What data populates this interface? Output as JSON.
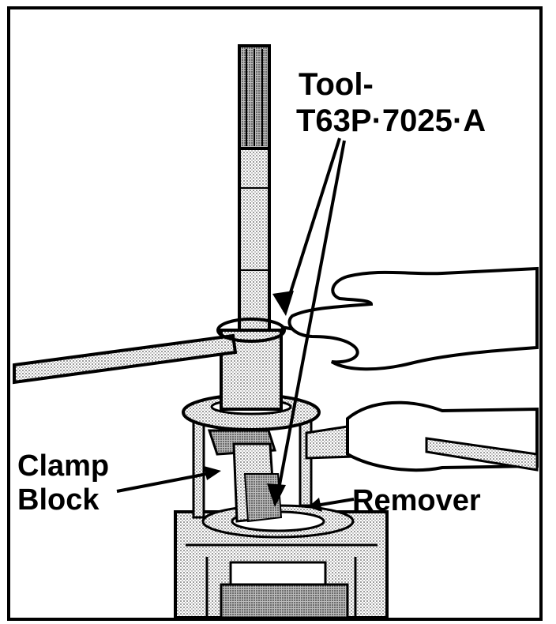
{
  "labels": {
    "tool_line1": "Tool-",
    "tool_line2": "T63P·7025·A",
    "clamp_line1": "Clamp",
    "clamp_line2": "Block",
    "remover": "Remover"
  },
  "colors": {
    "ink": "#000000",
    "paper": "#ffffff",
    "stipple": "#b8b8b8"
  }
}
